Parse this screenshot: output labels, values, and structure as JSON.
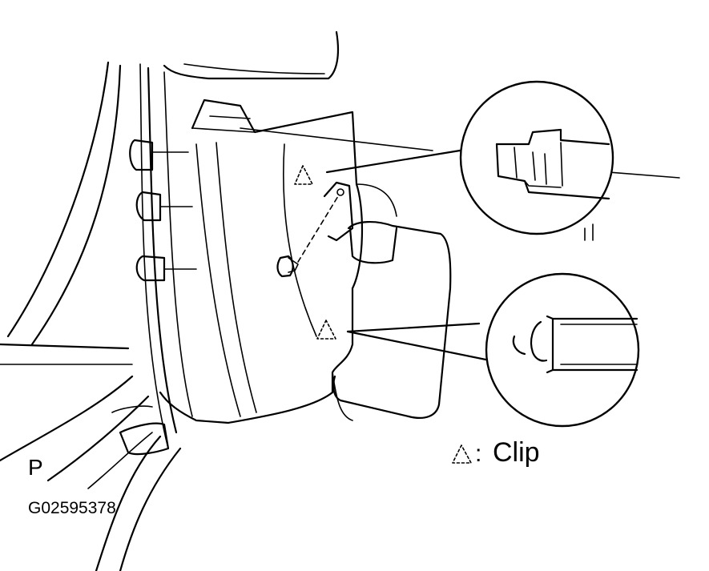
{
  "diagram": {
    "legend": {
      "symbol": "△",
      "separator": ":",
      "text": "Clip"
    },
    "view_marker": "P",
    "figure_id": "G02595378"
  },
  "icons": [
    "clip-symbol-icon",
    "clip-detail-icon",
    "clip-pin-detail-icon",
    "screw-grommet-icon"
  ],
  "colors": {
    "ink": "#000000",
    "paper": "#ffffff"
  }
}
